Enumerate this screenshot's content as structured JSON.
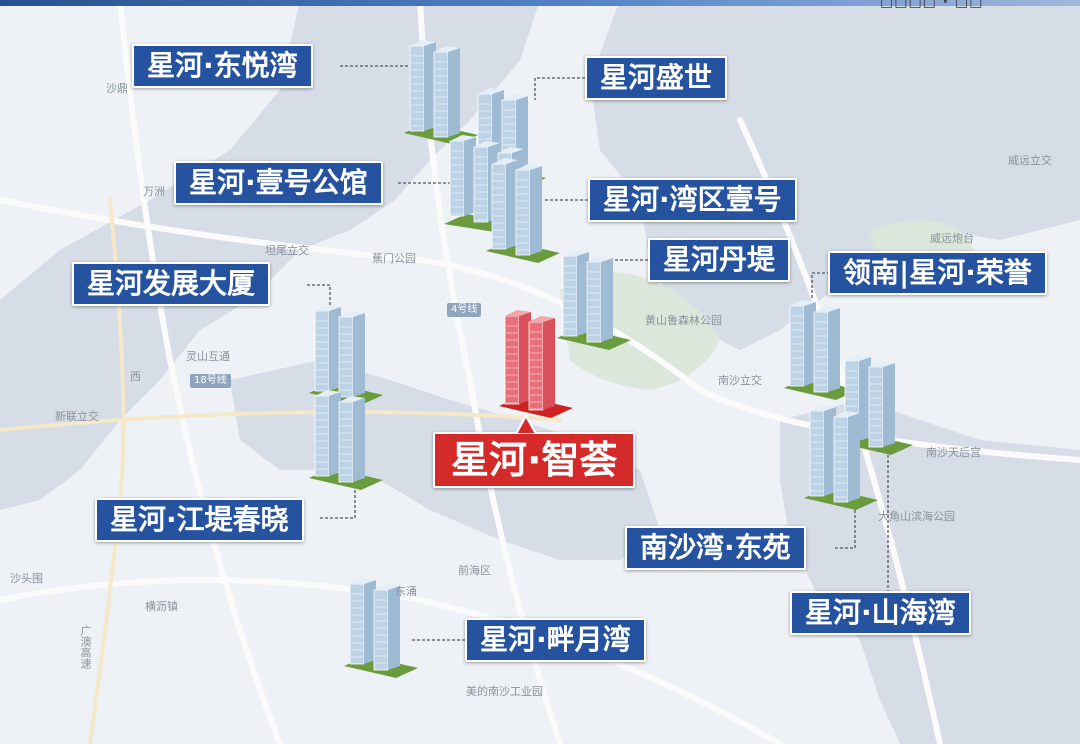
{
  "corner_mark": "□□□□ · □□",
  "colors": {
    "label_blue": "#2653a0",
    "label_red": "#d42a2a",
    "water": "#d6dde7",
    "land": "#eef1f5",
    "green": "#dbe7da",
    "tower_blue": "#bcd3e6",
    "tower_red": "#e8707a"
  },
  "main_project": {
    "name": "星河·智荟"
  },
  "projects": [
    {
      "id": "dongyuewan",
      "name": "星河·东悦湾"
    },
    {
      "id": "shengshi",
      "name": "星河盛世"
    },
    {
      "id": "yihaogongguan",
      "name": "星河·壹号公馆"
    },
    {
      "id": "wanquyihao",
      "name": "星河·湾区壹号"
    },
    {
      "id": "dandi",
      "name": "星河丹堤"
    },
    {
      "id": "fazhandasha",
      "name": "星河发展大厦"
    },
    {
      "id": "rongyu",
      "name": "领南|星河·荣誉"
    },
    {
      "id": "jiangdichunxiao",
      "name": "星河·江堤春晓"
    },
    {
      "id": "dongyuan",
      "name": "南沙湾·东苑"
    },
    {
      "id": "shanhaiwan",
      "name": "星河·山海湾"
    },
    {
      "id": "panyuewan",
      "name": "星河·畔月湾"
    }
  ],
  "map_labels": [
    {
      "id": "shaxing",
      "text": "沙鼎"
    },
    {
      "id": "wanzhou",
      "text": "万洲"
    },
    {
      "id": "tanwei",
      "text": "坦尾立交"
    },
    {
      "id": "jiaomen",
      "text": "蕉门公园"
    },
    {
      "id": "huangshanlu",
      "text": "黄山鲁森林公园"
    },
    {
      "id": "lingshan",
      "text": "灵山互通"
    },
    {
      "id": "xilian",
      "text": "新联立交"
    },
    {
      "id": "nansha_jiao",
      "text": "南沙立交"
    },
    {
      "id": "weiyuan",
      "text": "威远立交"
    },
    {
      "id": "weiyuanpaotai",
      "text": "威远炮台"
    },
    {
      "id": "tianhougong",
      "text": "南沙天后宫"
    },
    {
      "id": "binhai",
      "text": "大角山滨海公园"
    },
    {
      "id": "dongchong",
      "text": "东涌"
    },
    {
      "id": "hengli",
      "text": "横沥镇"
    },
    {
      "id": "qianhai",
      "text": "前海区"
    },
    {
      "id": "dongguan_ind",
      "text": "美的南沙工业园"
    },
    {
      "id": "shatou",
      "text": "沙头围"
    },
    {
      "id": "hexi",
      "text": "西"
    },
    {
      "id": "gaosu",
      "text": "广澳高速"
    }
  ],
  "road_numbers": [
    {
      "id": "m4",
      "text": "4号线"
    },
    {
      "id": "m18",
      "text": "18号线"
    }
  ]
}
